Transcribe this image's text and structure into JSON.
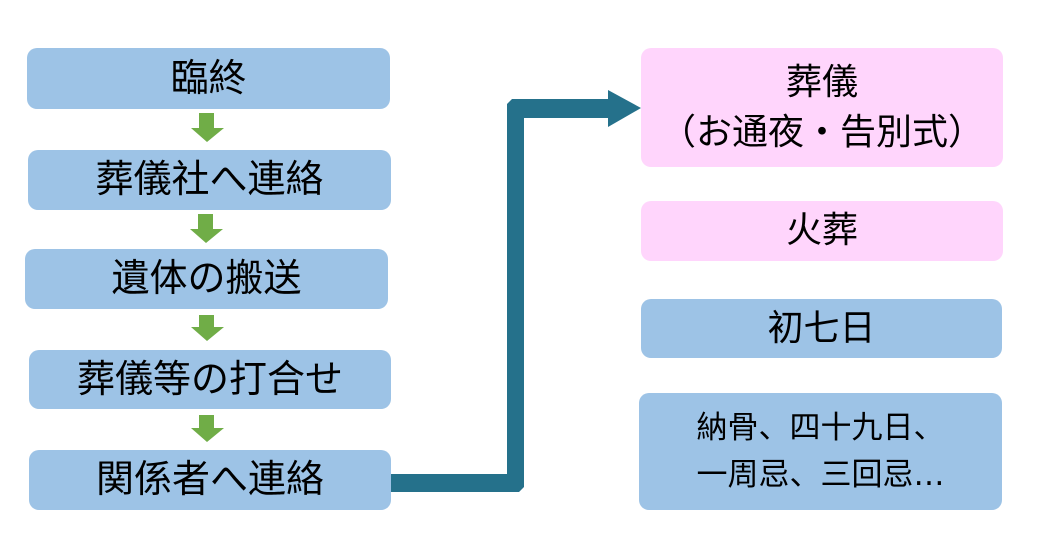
{
  "flow_steps": [
    {
      "label": "臨終"
    },
    {
      "label": "葬儀社へ連絡"
    },
    {
      "label": "遺体の搬送"
    },
    {
      "label": "葬儀等の打合せ"
    },
    {
      "label": "関係者へ連絡"
    }
  ],
  "next_steps": [
    {
      "lines": [
        "葬儀",
        "（お通夜・告別式）"
      ],
      "color": "#ffd5fc"
    },
    {
      "lines": [
        "火葬"
      ],
      "color": "#ffd5fc"
    },
    {
      "lines": [
        "初七日"
      ],
      "color": "#9dc3e6"
    },
    {
      "lines": [
        "納骨、四十九日、",
        "一周忌、三回忌…"
      ],
      "color": "#9dc3e6"
    }
  ],
  "colors": {
    "step_box": "#9dc3e6",
    "ceremony_box": "#ffd5fc",
    "down_arrow": "#70ad47",
    "connector_arrow": "#25718b"
  },
  "icons": {
    "down_arrow": "arrow-down-icon",
    "connector": "elbow-arrow-icon"
  }
}
